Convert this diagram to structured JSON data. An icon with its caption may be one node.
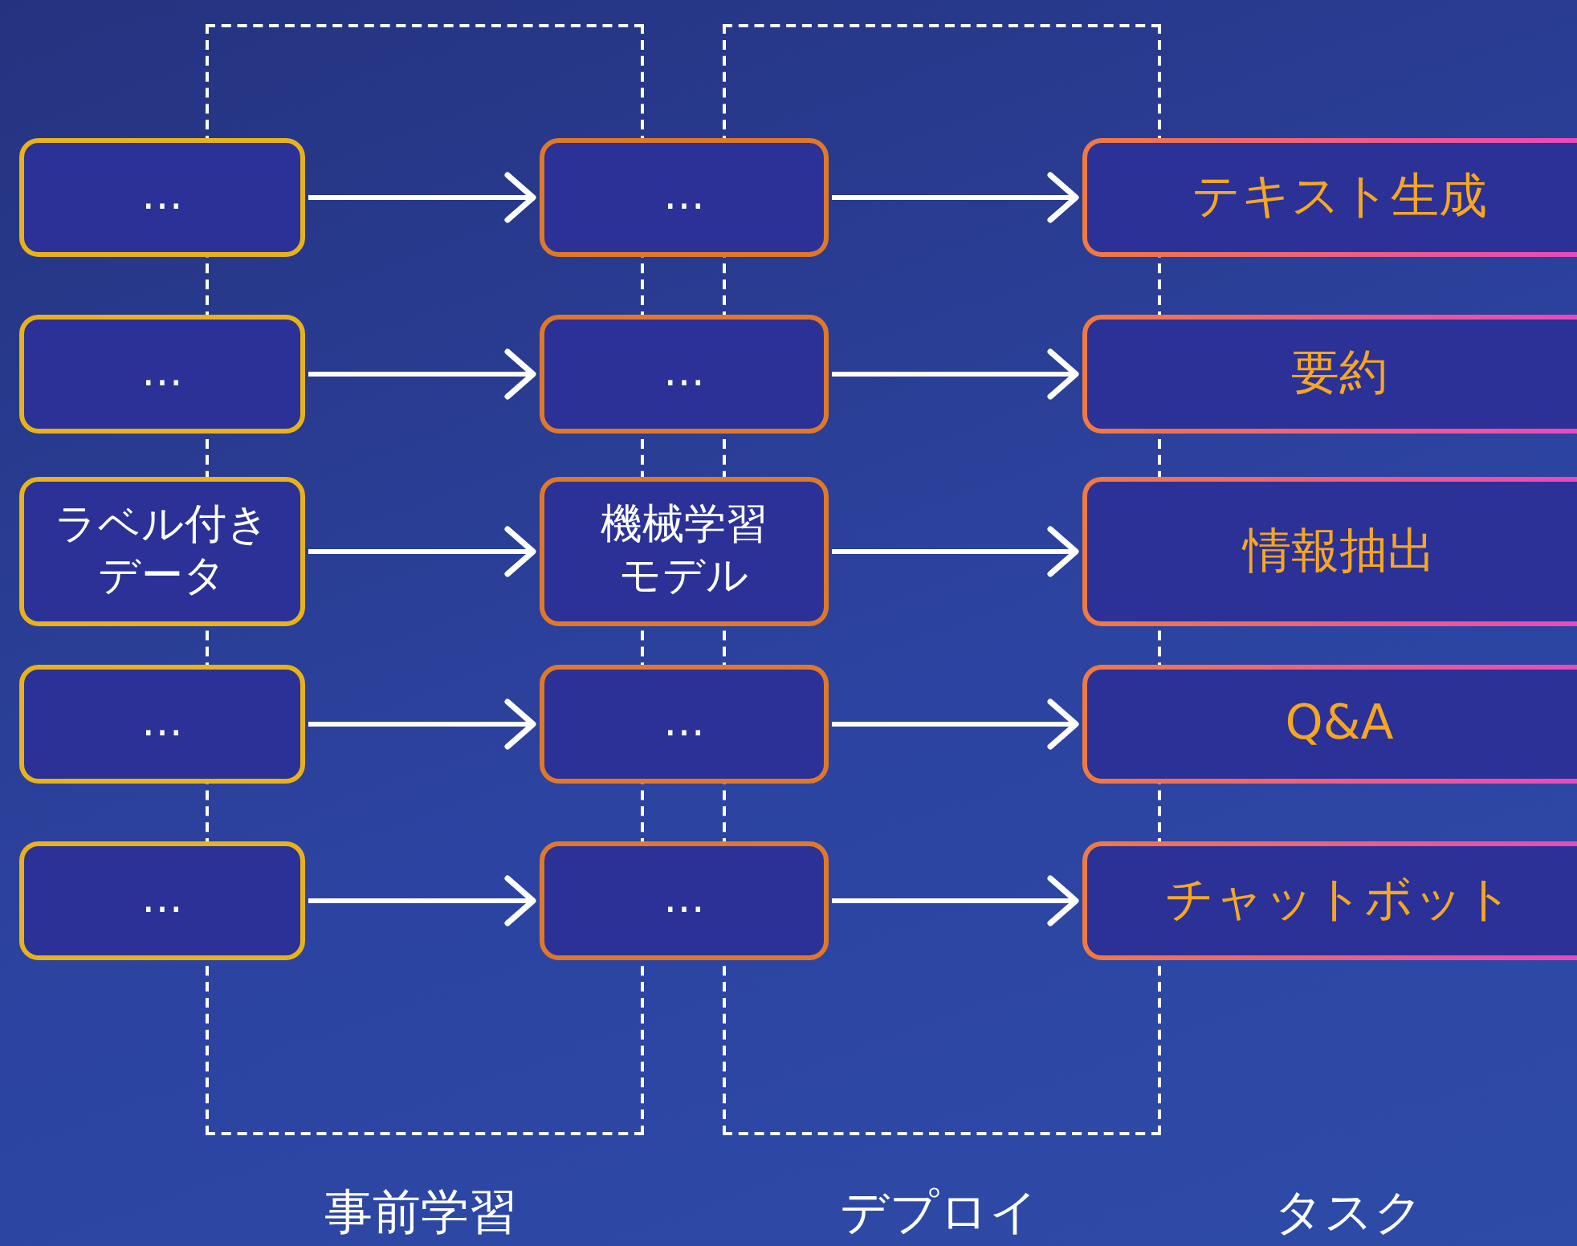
{
  "diagram": {
    "nodes": [
      {
        "text": [
          "…"
        ]
      },
      {
        "text": [
          "…"
        ]
      },
      {
        "text": [
          "テキスト生成"
        ]
      },
      {
        "text": [
          "…"
        ]
      },
      {
        "text": [
          "…"
        ]
      },
      {
        "text": [
          "要約"
        ]
      },
      {
        "text": [
          "ラベル付きデータ"
        ]
      },
      {
        "text": [
          "機械学習モデル"
        ]
      },
      {
        "text": [
          "情報抽出"
        ]
      },
      {
        "text": [
          "…"
        ]
      },
      {
        "text": [
          "…"
        ]
      },
      {
        "text": [
          "Q&A"
        ]
      },
      {
        "text": [
          "…"
        ]
      },
      {
        "text": [
          "…"
        ]
      },
      {
        "text": [
          "チャットボット"
        ]
      }
    ],
    "edges": [
      {
        "from": 0,
        "to": 1,
        "arrow": "to"
      },
      {
        "from": 1,
        "to": 2,
        "arrow": "to"
      },
      {
        "from": 3,
        "to": 4,
        "arrow": "to"
      },
      {
        "from": 4,
        "to": 5,
        "arrow": "to"
      },
      {
        "from": 6,
        "to": 7,
        "arrow": "to"
      },
      {
        "from": 7,
        "to": 8,
        "arrow": "to"
      },
      {
        "from": 9,
        "to": 10,
        "arrow": "to"
      },
      {
        "from": 10,
        "to": 11,
        "arrow": "to"
      },
      {
        "from": 12,
        "to": 13,
        "arrow": "to"
      },
      {
        "from": 13,
        "to": 14,
        "arrow": "to"
      }
    ],
    "labels": [
      "事前学習",
      "デプロイ",
      "タスク"
    ]
  }
}
